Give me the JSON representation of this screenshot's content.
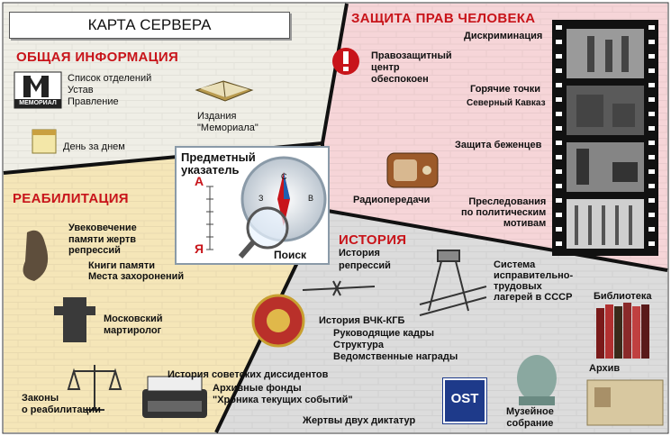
{
  "page_title": "КАРТА СЕРВЕРА",
  "general": {
    "heading": "ОБЩАЯ ИНФОРМАЦИЯ",
    "departments": "Список отделений",
    "charter": "Устав",
    "board": "Правление",
    "logo_text": "МЕМОРИАЛ",
    "publications": "Издания\n\"Мемориала\"",
    "day_by_day": "День за днем"
  },
  "rights": {
    "heading": "ЗАЩИТА ПРАВ ЧЕЛОВЕКА",
    "discrimination": "Дискриминация",
    "hrc": "Правозащитный\nцентр\nобеспокоен",
    "hot_spots": "Горячие точки",
    "north_caucasus": "Северный Кавказ",
    "refugees": "Защита беженцев",
    "radio": "Радиопередачи",
    "persecution": "Преследования\nпо политическим\nмотивам"
  },
  "index": {
    "title": "Предметный\nуказатель",
    "letter_a": "А",
    "letter_ya": "Я",
    "search": "Поиск",
    "compass_n": "С",
    "compass_w": "З",
    "compass_e": "В"
  },
  "rehab": {
    "heading": "РЕАБИЛИТАЦИЯ",
    "memory": "Увековечение\nпамяти жертв\nрепрессий",
    "books": "Книги памяти",
    "burial": "Места захоронений",
    "moscow": "Московский\nмартиролог",
    "laws": "Законы\nо реабилитации"
  },
  "history": {
    "heading": "ИСТОРИЯ",
    "repressions": "История\nрепрессий",
    "gulag": "Система\nисправительно-\nтрудовых\nлагерей в СССР",
    "library": "Библиотека",
    "cheka": "История ВЧК-КГБ",
    "leaders": "Руководящие кадры",
    "structure": "Структура",
    "awards": "Ведомственные награды",
    "archive": "Архив",
    "dissidents": "История советских диссидентов",
    "funds": "Архивные фонды\n\"Хроника текущих событий\"",
    "ost": "OST",
    "victims": "Жертвы двух диктатур",
    "museum": "Музейное\nсобрание"
  },
  "colors": {
    "heading_red": "#c8141a",
    "rights_bg": "#f6d5d8",
    "rehab_bg": "#f5e6b8",
    "history_bg": "#dcdcdc",
    "general_bg": "#efeee6"
  }
}
